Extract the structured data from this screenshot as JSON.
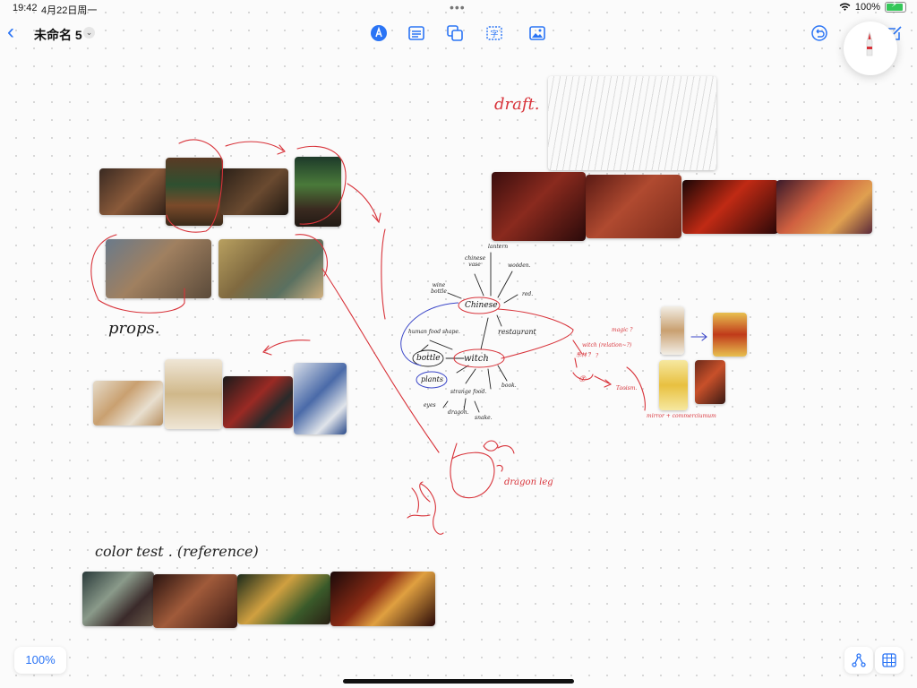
{
  "status": {
    "time": "19:42",
    "date": "4月22日周一",
    "battery": "100%"
  },
  "header": {
    "title": "未命名 5"
  },
  "labels": {
    "draft": "draft.",
    "props": "props.",
    "color_test": "color  test . (reference)",
    "dragon_leg": "dragon leg"
  },
  "mindmap": {
    "center": "witch",
    "chinese": "Chinese",
    "bottle": "bottle",
    "plants": "plants",
    "restaurant": "restaurant",
    "lantern": "lantern",
    "chinese_vase": "chinese vase",
    "wooden": "wooden.",
    "red": "red.",
    "wine_bottle": "wine bottle",
    "human_food": "human food shape.",
    "strange_food": "strange food.",
    "book": "book.",
    "eyes": "eyes",
    "dragon": "dragon.",
    "snake": "snake.",
    "magic": "magic ?",
    "witch_relation": "witch (relation~?)",
    "chinese_q": "东林 ?",
    "taoism": "Taoism.",
    "mirror": "mirror + commerciumum",
    "num": "⑦",
    "arrow_q": "?"
  },
  "zoom": {
    "level": "100%"
  }
}
